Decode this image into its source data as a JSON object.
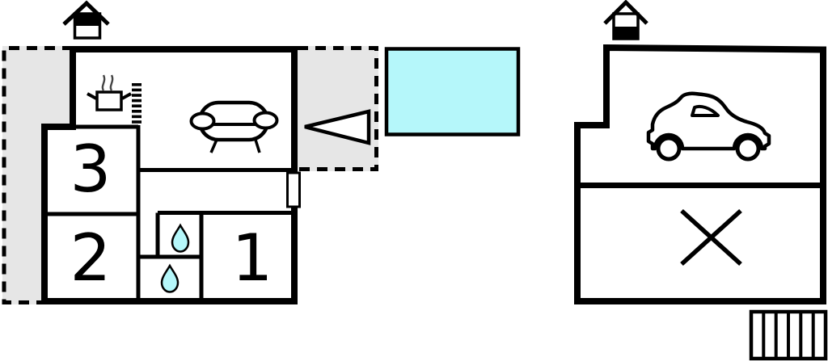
{
  "plan": {
    "type": "floor-plan",
    "background": "#ffffff",
    "colors": {
      "wall": "#000000",
      "terrace": "#e6e6e6",
      "water": "#b5f7fa"
    },
    "main_house": {
      "room_labels": [
        "3",
        "2",
        "1"
      ],
      "icons": [
        "chimney-icon",
        "stove-icon",
        "stairs-icon",
        "sofa-icon",
        "door",
        "water-drop-icon",
        "water-drop-icon"
      ]
    },
    "left_terrace": {
      "style": "dashed-outline"
    },
    "right_terrace": {
      "style": "dashed-outline",
      "icon": "entrance-arrow-icon",
      "arrow_direction": "left"
    },
    "pool": {
      "icon": "pool",
      "color": "#b5f7fa"
    },
    "outbuilding": {
      "icons": [
        "chimney-icon",
        "car-icon",
        "crossed-area-icon"
      ],
      "rooms": 2
    },
    "exterior_stairs": {
      "icon": "stairs-icon",
      "steps": 6
    }
  }
}
